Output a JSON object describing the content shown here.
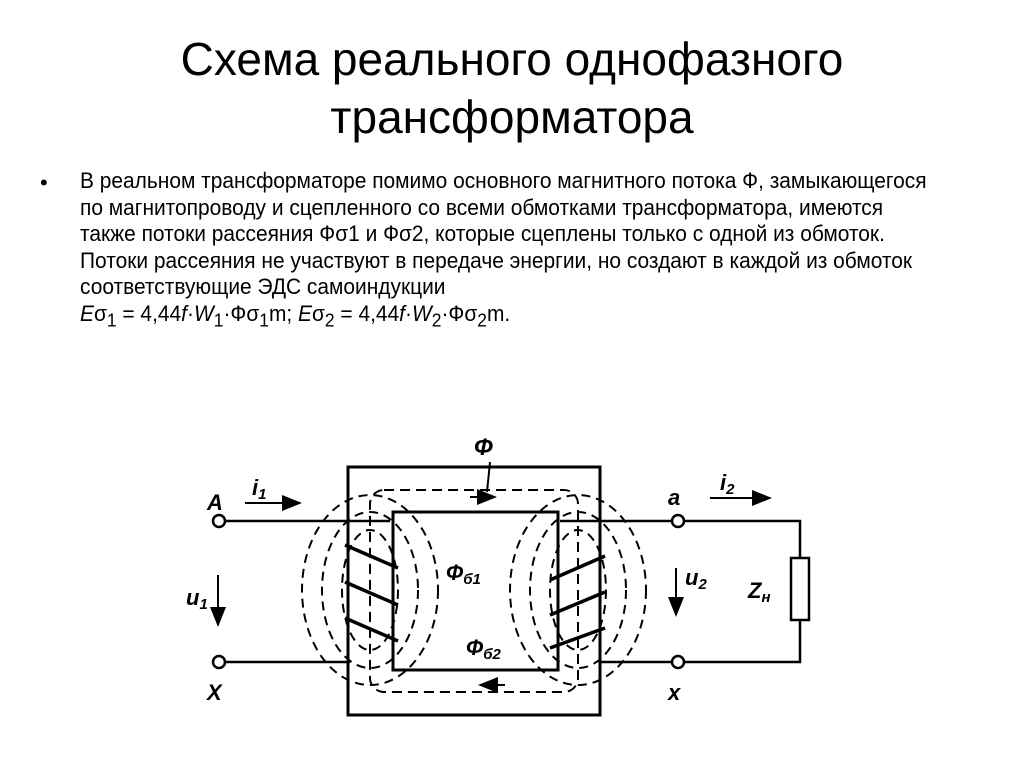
{
  "slide": {
    "title_line1": "Схема реального однофазного",
    "title_line2": "трансформатора",
    "bullet": "•",
    "paragraph": "В реальном трансформаторе помимо основного магнитного потока Ф, замыкающегося по магнитопроводу и сцепленного со всеми обмотками трансформатора, имеются также потоки рассеяния Фσ1 и Фσ2, которые сцеплены только с одной из обмоток. Потоки рассеяния не участвуют в передаче энергии, но создают в каждой из обмоток соответствующие ЭДС самоиндукции",
    "formula": {
      "e": "E",
      "sigma1": "σ",
      "sub1": "1",
      "eq1": " = 4,44",
      "f": "f",
      "dot": "·",
      "w": "W",
      "phi": "Фσ",
      "m1": "m; ",
      "sub2": "2",
      "m2": "m."
    }
  },
  "diagram": {
    "phi": "Ф",
    "i1": "i",
    "i1_sub": "1",
    "i2": "i",
    "i2_sub": "2",
    "A": "A",
    "X": "X",
    "a": "a",
    "x": "x",
    "u1": "u",
    "u1_sub": "1",
    "u2": "u",
    "u2_sub": "2",
    "zn": "Z",
    "zn_sub": "н",
    "phi_s1": "Ф",
    "phi_s1_sub": "б1",
    "phi_s2": "Ф",
    "phi_s2_sub": "б2"
  }
}
